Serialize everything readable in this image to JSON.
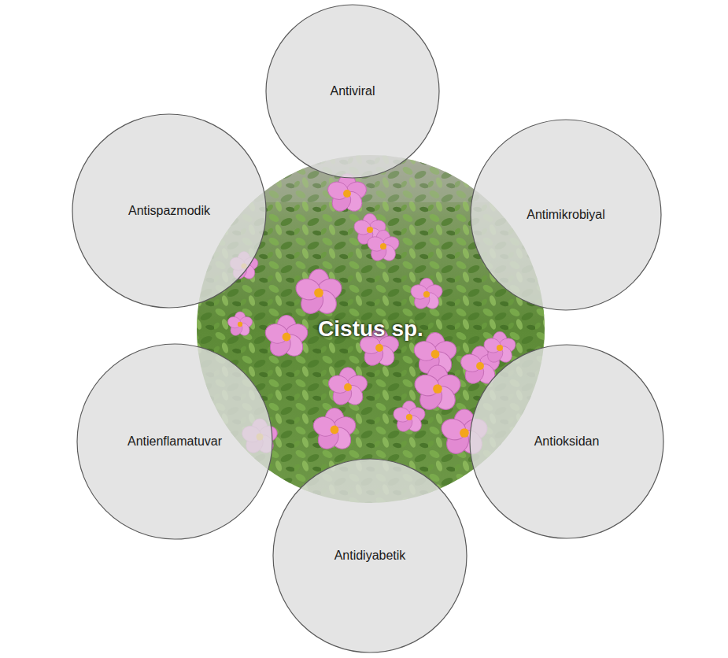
{
  "diagram": {
    "nodes": [
      {
        "text": [
          "Antiviral"
        ]
      },
      {
        "text": [
          "Antispazmodik"
        ]
      },
      {
        "text": [
          "Antimikrobiyal"
        ]
      },
      {
        "text": [
          "Cistus sp."
        ]
      },
      {
        "text": [
          "Antienflamatuvar"
        ]
      },
      {
        "text": [
          "Antioksidan"
        ]
      },
      {
        "text": [
          "Antidiyabetik"
        ]
      }
    ]
  }
}
